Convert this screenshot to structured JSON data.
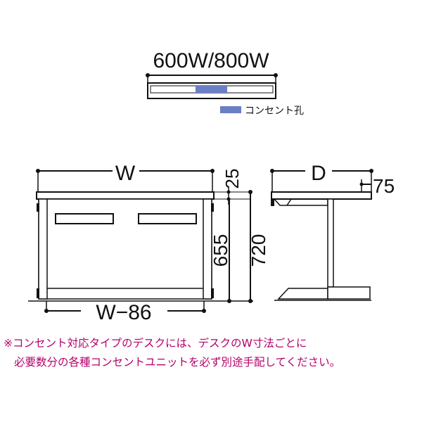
{
  "top_view": {
    "width_label": "600W/800W",
    "legend_label": "コンセント孔",
    "outlet_color": "#6b7fc4"
  },
  "front_view": {
    "width_label": "W",
    "bottom_label": "W−86",
    "top_thickness_label": "25",
    "inner_height_label": "655",
    "total_height_label": "720"
  },
  "side_view": {
    "depth_label": "D",
    "offset_label": "75"
  },
  "note": {
    "line1": "※コンセント対応タイプのデスクには、デスクのW寸法ごとに",
    "line2": "必要数分の各種コンセントユニットを必ず別途手配してください。"
  }
}
